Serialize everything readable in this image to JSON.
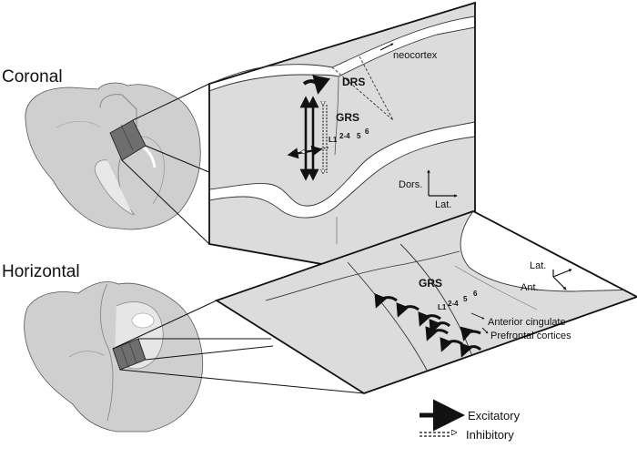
{
  "section_labels": {
    "coronal": "Coronal",
    "horizontal": "Horizontal"
  },
  "coronal_panel": {
    "region_neocortex": "neocortex",
    "region_drs": "DRS",
    "region_grs": "GRS",
    "layer_l1": "L1",
    "layer_2_4": "2-4",
    "layer_5": "5",
    "layer_6": "6",
    "axis_dorsal": "Dors.",
    "axis_lateral": "Lat."
  },
  "horizontal_panel": {
    "region_grs": "GRS",
    "layer_l1": "L1",
    "layer_2_4": "2-4",
    "layer_5": "5",
    "layer_6": "6",
    "axis_lateral": "Lat.",
    "axis_anterior": "Ant.",
    "target_anterior_cingulate": "Anterior cingulate",
    "target_prefrontal": "Prefrontal cortices"
  },
  "legend": {
    "excitatory": "Excitatory",
    "inhibitory": "Inhibitory"
  },
  "colors": {
    "tissue": "#dcdcdc",
    "white_matter": "#ffffff",
    "outline": "#222222",
    "brain_gray": "#c8c8c8",
    "section_fill": "#6e6e6e"
  }
}
